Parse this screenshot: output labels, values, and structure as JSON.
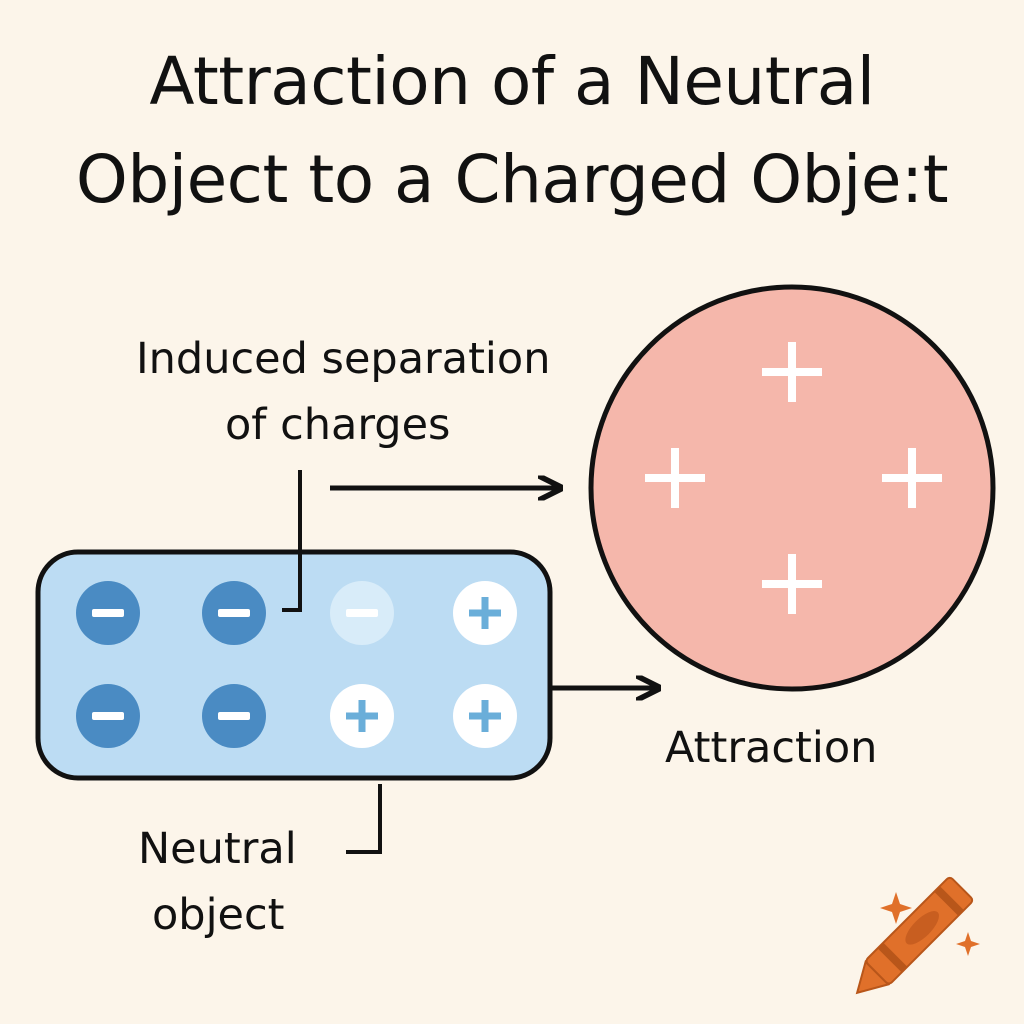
{
  "title": {
    "line1": "Attraction of a Neutral",
    "line2": "Object to a Charged Obje:t"
  },
  "labels": {
    "induced_line1": "Induced separation",
    "induced_line2": "of charges",
    "attraction": "Attraction",
    "neutral_line1": "Neutral",
    "neutral_line2": "object"
  },
  "neutral_object": {
    "charges_top_row": [
      "negative",
      "negative",
      "negative-faded",
      "positive"
    ],
    "charges_bottom_row": [
      "negative",
      "negative",
      "positive",
      "positive"
    ]
  },
  "charged_object": {
    "charges": [
      "positive",
      "positive",
      "positive",
      "positive"
    ]
  },
  "icons": {
    "corner": "crayon-icon"
  },
  "colors": {
    "background": "#fcf5ea",
    "neutral_fill": "#bcdcf3",
    "negative_charge": "#4a8bc3",
    "positive_charge_fill": "#ffffff",
    "positive_charge_sign": "#6aaed9",
    "charged_fill": "#f5b7ab",
    "crayon": "#e0702a"
  }
}
